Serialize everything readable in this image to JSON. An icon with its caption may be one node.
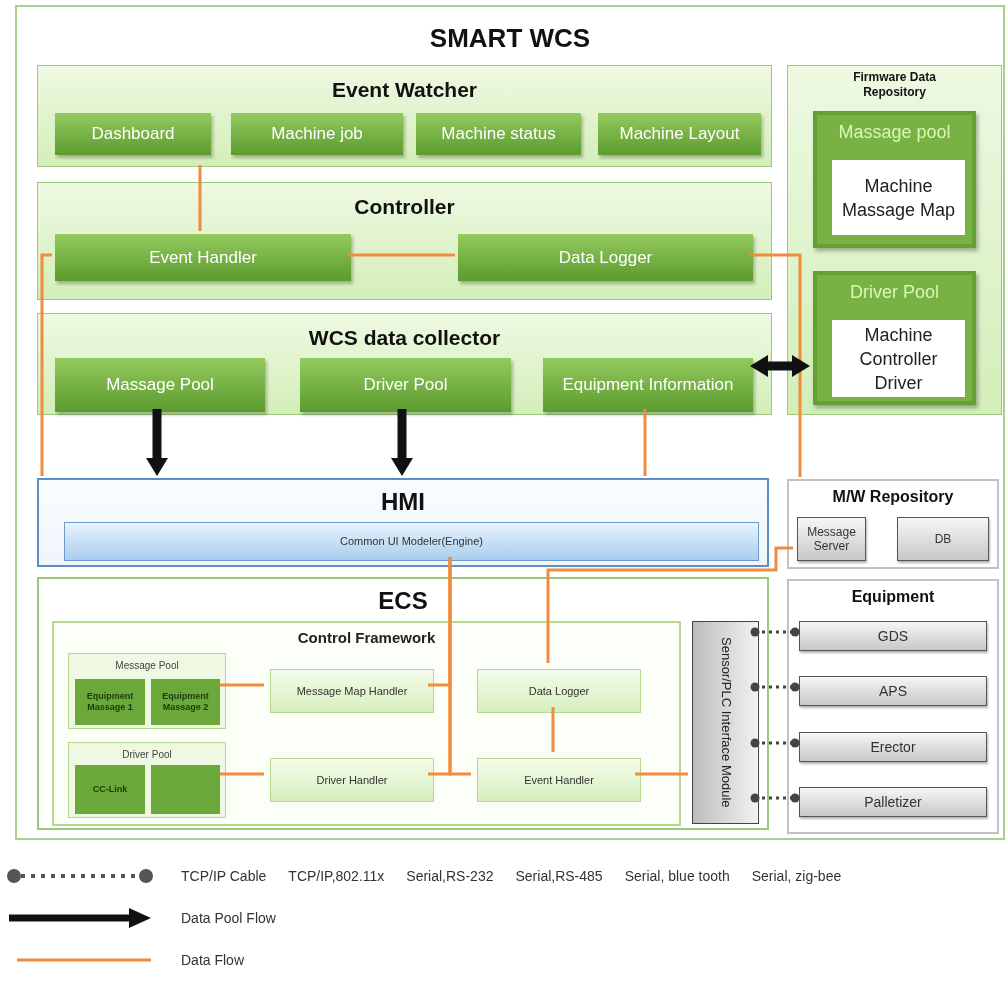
{
  "diagram": {
    "nodes": [
      {
        "text": [
          "SMART WCS"
        ]
      },
      {
        "text": [
          "Event Watcher"
        ],
        "in": 0
      },
      {
        "text": [
          "Dashboard"
        ],
        "in": 1
      },
      {
        "text": [
          "Machine job"
        ],
        "in": 1
      },
      {
        "text": [
          "Machine status"
        ],
        "in": 1
      },
      {
        "text": [
          "Machine Layout"
        ],
        "in": 1
      },
      {
        "text": [
          "Controller"
        ],
        "in": 0
      },
      {
        "text": [
          "Event Handler"
        ],
        "in": 6
      },
      {
        "text": [
          "Data Logger"
        ],
        "in": 6
      },
      {
        "text": [
          "WCS data collector"
        ],
        "in": 0
      },
      {
        "text": [
          "Massage Pool"
        ],
        "in": 9
      },
      {
        "text": [
          "Driver Pool"
        ],
        "in": 9
      },
      {
        "text": [
          "Equipment Information"
        ],
        "in": 9
      },
      {
        "text": [
          "Firmware Data Repository"
        ],
        "in": 0
      },
      {
        "text": [
          "Massage pool"
        ],
        "in": 13
      },
      {
        "text": [
          "Machine Massage Map"
        ],
        "in": 14
      },
      {
        "text": [
          "Driver Pool"
        ],
        "in": 13
      },
      {
        "text": [
          "Machine Controller Driver"
        ],
        "in": 16
      },
      {
        "text": [
          "HMI"
        ],
        "in": 0
      },
      {
        "text": [
          "Common UI Modeler(Engine)"
        ],
        "in": 18
      },
      {
        "text": [
          "M/W Repository"
        ],
        "in": 0
      },
      {
        "text": [
          "Message Server"
        ],
        "in": 20
      },
      {
        "text": [
          "DB"
        ],
        "in": 20
      },
      {
        "text": [
          "ECS"
        ],
        "in": 0
      },
      {
        "text": [
          "Control Framework"
        ],
        "in": 23
      },
      {
        "text": [
          "Message Pool"
        ],
        "in": 24
      },
      {
        "text": [
          "Equipment Massage 1"
        ],
        "in": 25
      },
      {
        "text": [
          "Equipment Massage 2"
        ],
        "in": 25
      },
      {
        "text": [
          "Driver Pool"
        ],
        "in": 24
      },
      {
        "text": [
          "CC-Link"
        ],
        "in": 28
      },
      {
        "text": [],
        "shape": "box",
        "in": 28
      },
      {
        "text": [
          "Message Map Handler"
        ],
        "in": 24
      },
      {
        "text": [
          "Driver Handler"
        ],
        "in": 24
      },
      {
        "text": [
          "Data Logger"
        ],
        "in": 24
      },
      {
        "text": [
          "Event Handler"
        ],
        "in": 24
      },
      {
        "text": [
          "Sensor/PLC Interface Module"
        ],
        "in": 23
      },
      {
        "text": [
          "Equipment"
        ],
        "in": 0
      },
      {
        "text": [
          "GDS"
        ],
        "in": 36
      },
      {
        "text": [
          "APS"
        ],
        "in": 36
      },
      {
        "text": [
          "Erector"
        ],
        "in": 36
      },
      {
        "text": [
          "Palletizer"
        ],
        "in": 36
      }
    ],
    "edges": [
      {
        "from": 1,
        "to": 7,
        "arrow": "none"
      },
      {
        "from": 7,
        "to": 8,
        "arrow": "none"
      },
      {
        "from": 7,
        "to": 18,
        "arrow": "none"
      },
      {
        "from": 8,
        "to": 20,
        "arrow": "none"
      },
      {
        "from": 10,
        "to": 18,
        "arrow": "to",
        "style": "thick",
        "color": "#111111"
      },
      {
        "from": 11,
        "to": 18,
        "arrow": "to",
        "style": "thick",
        "color": "#111111"
      },
      {
        "from": 12,
        "to": 16,
        "arrow": "both",
        "style": "thick",
        "color": "#111111"
      },
      {
        "from": 12,
        "to": 18,
        "arrow": "none"
      },
      {
        "from": 19,
        "to": 31,
        "arrow": "none"
      },
      {
        "from": 19,
        "to": 32,
        "arrow": "none"
      },
      {
        "from": 19,
        "to": 34,
        "arrow": "none"
      },
      {
        "from": 21,
        "to": 33,
        "arrow": "none"
      },
      {
        "from": 33,
        "to": 34,
        "arrow": "none"
      },
      {
        "from": 34,
        "to": 35,
        "arrow": "none"
      },
      {
        "from": 25,
        "to": 31,
        "arrow": "none"
      },
      {
        "from": 28,
        "to": 32,
        "arrow": "none"
      },
      {
        "from": 35,
        "to": 37,
        "arrow": "other",
        "style": "dashed",
        "color": "#444444"
      },
      {
        "from": 35,
        "to": 38,
        "arrow": "other",
        "style": "dashed",
        "color": "#444444"
      },
      {
        "from": 35,
        "to": 39,
        "arrow": "other",
        "style": "dashed",
        "color": "#444444"
      },
      {
        "from": 35,
        "to": 40,
        "arrow": "other",
        "style": "dashed",
        "color": "#444444"
      }
    ],
    "labels": [
      "TCP/IP,802.11x",
      "Serial,RS-232",
      "Serial,RS-485",
      "Serial, blue tooth",
      "Serial, zig-bee"
    ],
    "legend": [
      {
        "text": "TCP/IP Cable"
      },
      {
        "text": "Data Pool Flow"
      },
      {
        "text": "Data Flow"
      }
    ]
  }
}
